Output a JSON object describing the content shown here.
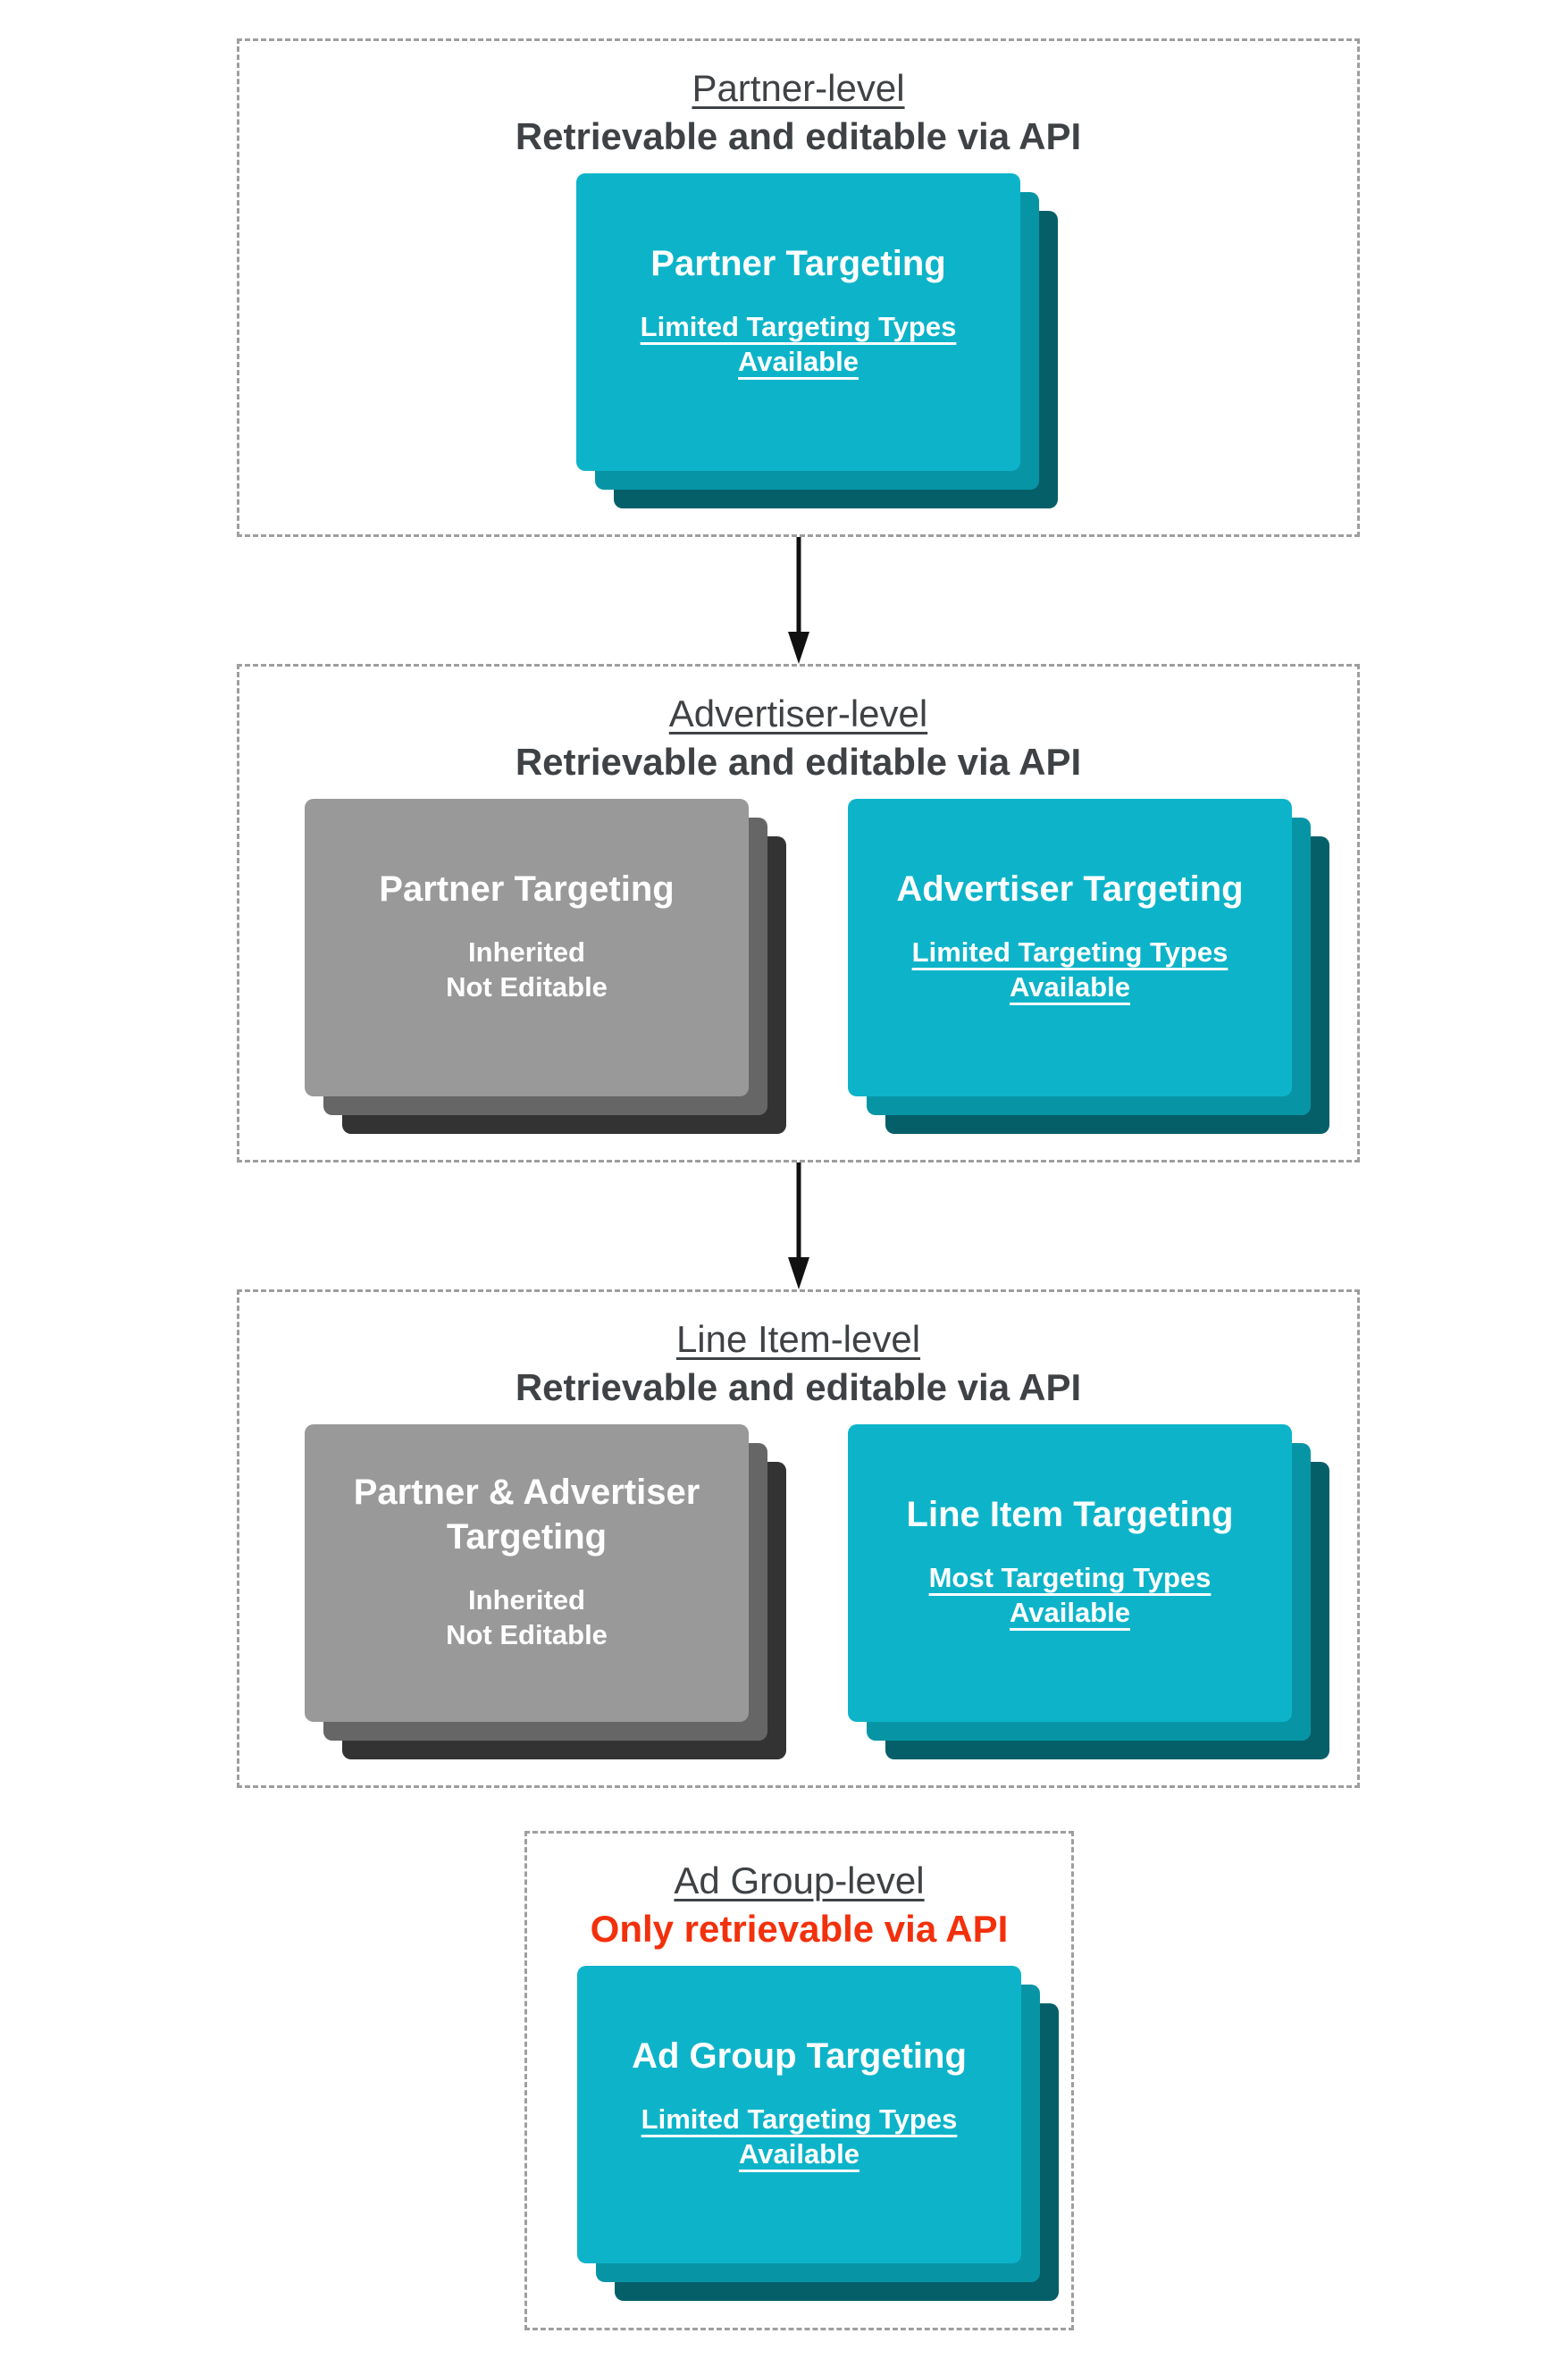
{
  "colors": {
    "teal_main": "#0db4c9",
    "teal_mid": "#0795a6",
    "teal_dark": "#055f69",
    "gray_main": "#999999",
    "gray_mid": "#666666",
    "gray_dark": "#333333",
    "text_dark": "#3f4245",
    "red_text": "#f3300c",
    "dash_border": "#9e9e9e",
    "arrow": "#111111"
  },
  "sections": [
    {
      "title": "Partner-level",
      "subtitle": "Retrievable and editable via API",
      "cards": [
        {
          "variant": "teal",
          "title": "Partner Targeting",
          "subtitle_lines": [
            "Limited Targeting Types",
            "Available"
          ],
          "subtitle_underline": true
        }
      ]
    },
    {
      "title": "Advertiser-level",
      "subtitle": "Retrievable and editable via API",
      "cards": [
        {
          "variant": "gray",
          "title": "Partner Targeting",
          "subtitle_lines": [
            "Inherited",
            "Not Editable"
          ],
          "subtitle_underline": false
        },
        {
          "variant": "teal",
          "title": "Advertiser Targeting",
          "subtitle_lines": [
            "Limited Targeting Types",
            "Available"
          ],
          "subtitle_underline": true
        }
      ]
    },
    {
      "title": "Line Item-level",
      "subtitle": "Retrievable and editable via API",
      "cards": [
        {
          "variant": "gray",
          "title": "Partner & Advertiser Targeting",
          "subtitle_lines": [
            "Inherited",
            "Not Editable"
          ],
          "subtitle_underline": false
        },
        {
          "variant": "teal",
          "title": "Line Item Targeting",
          "subtitle_lines": [
            "Most Targeting Types",
            "Available"
          ],
          "subtitle_underline": true
        }
      ]
    },
    {
      "title": "Ad Group-level",
      "subtitle": "Only retrievable via API",
      "cards": [
        {
          "variant": "teal",
          "title": "Ad Group Targeting",
          "subtitle_lines": [
            "Limited Targeting Types",
            "Available"
          ],
          "subtitle_underline": true
        }
      ]
    }
  ]
}
